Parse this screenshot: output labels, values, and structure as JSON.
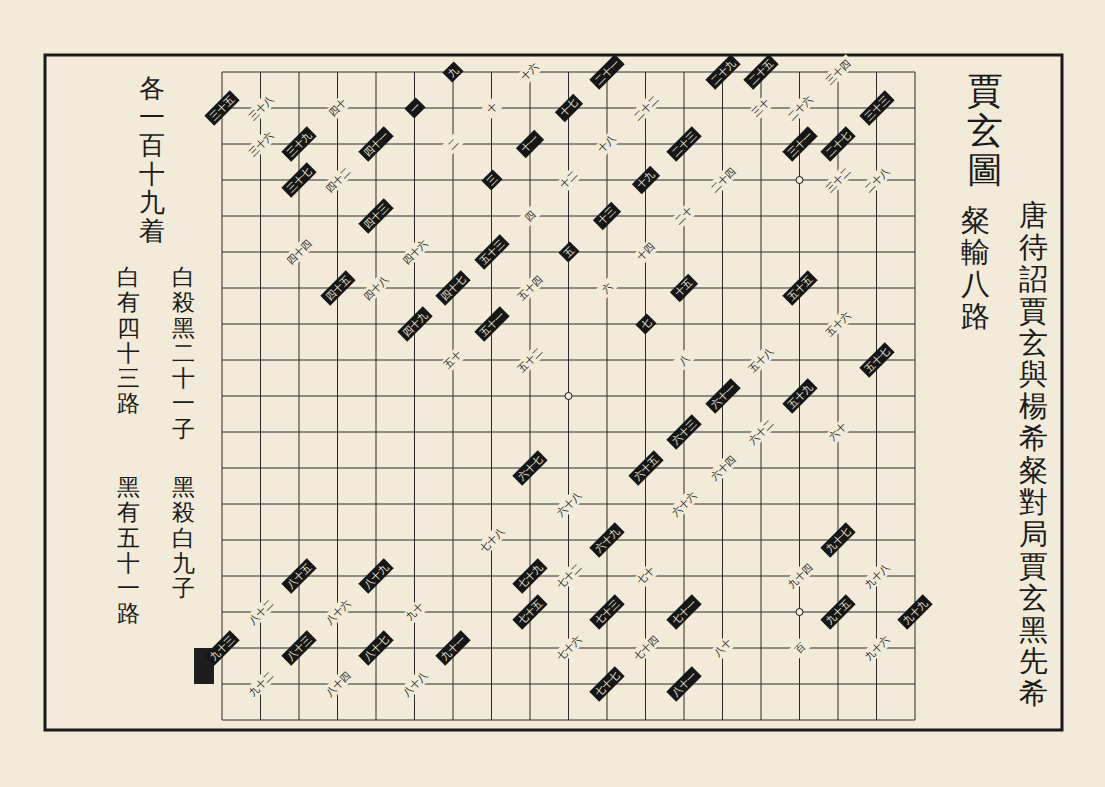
{
  "diagram": {
    "title": "賈玄圖",
    "nodes": [
      {
        "text": [
          "一"
        ]
      },
      {
        "text": [
          "三"
        ]
      },
      {
        "text": [
          "五"
        ]
      },
      {
        "text": [
          "七"
        ]
      },
      {
        "text": [
          "九"
        ]
      },
      {
        "text": [
          "十一"
        ]
      },
      {
        "text": [
          "十三"
        ]
      },
      {
        "text": [
          "十五"
        ]
      },
      {
        "text": [
          "十七"
        ]
      },
      {
        "text": [
          "十九"
        ]
      },
      {
        "text": [
          "二十一"
        ]
      },
      {
        "text": [
          "二十三"
        ]
      },
      {
        "text": [
          "二十五"
        ]
      },
      {
        "text": [
          "二十七"
        ]
      },
      {
        "text": [
          "二十九"
        ]
      },
      {
        "text": [
          "三十一"
        ]
      },
      {
        "text": [
          "三十三"
        ]
      },
      {
        "text": [
          "三十五"
        ]
      },
      {
        "text": [
          "三十七"
        ]
      },
      {
        "text": [
          "三十九"
        ]
      },
      {
        "text": [
          "四十一"
        ]
      },
      {
        "text": [
          "四十三"
        ]
      },
      {
        "text": [
          "四十五"
        ]
      },
      {
        "text": [
          "四十七"
        ]
      },
      {
        "text": [
          "四十九"
        ]
      },
      {
        "text": [
          "五十一"
        ]
      },
      {
        "text": [
          "五十三"
        ]
      },
      {
        "text": [
          "五十五"
        ]
      },
      {
        "text": [
          "五十七"
        ]
      },
      {
        "text": [
          "五十九"
        ]
      },
      {
        "text": [
          "六十一"
        ]
      },
      {
        "text": [
          "六十三"
        ]
      },
      {
        "text": [
          "六十五"
        ]
      },
      {
        "text": [
          "六十七"
        ]
      },
      {
        "text": [
          "六十九"
        ]
      },
      {
        "text": [
          "七十一"
        ]
      },
      {
        "text": [
          "七十三"
        ]
      },
      {
        "text": [
          "七十五"
        ]
      },
      {
        "text": [
          "七十七"
        ]
      },
      {
        "text": [
          "七十九"
        ]
      },
      {
        "text": [
          "八十一"
        ]
      },
      {
        "text": [
          "八十三"
        ]
      },
      {
        "text": [
          "八十五"
        ]
      },
      {
        "text": [
          "八十七"
        ]
      },
      {
        "text": [
          "八十九"
        ]
      },
      {
        "text": [
          "九十一"
        ]
      },
      {
        "text": [
          "九十三"
        ]
      },
      {
        "text": [
          "九十五"
        ]
      },
      {
        "text": [
          "九十七"
        ]
      },
      {
        "text": [
          "九十九"
        ]
      }
    ],
    "labels": [
      "唐待詔賈玄與楊希粲對局賈玄黑先希",
      "粲輸八路",
      "各一百十九着",
      "白殺黑二十一子",
      "白有四十三路",
      "黑殺白九子",
      "黑有五十一路",
      "二",
      "四",
      "六",
      "八",
      "十",
      "十二",
      "十四",
      "十六",
      "十八",
      "二十",
      "二十二",
      "二十四",
      "二十六",
      "二十八",
      "三十",
      "三十二",
      "三十四",
      "三十六",
      "三十八",
      "四十",
      "四十二",
      "四十四",
      "四十六",
      "四十八",
      "五十",
      "五十二",
      "五十四",
      "五十六",
      "五十八",
      "六十",
      "六十二",
      "六十四",
      "六十六",
      "六十八",
      "七十",
      "七十二",
      "七十四",
      "七十六",
      "七十八",
      "八十",
      "八十二",
      "八十四",
      "八十六",
      "八十八",
      "九十",
      "九十二",
      "九十四",
      "九十六",
      "九十八",
      "百"
    ]
  }
}
